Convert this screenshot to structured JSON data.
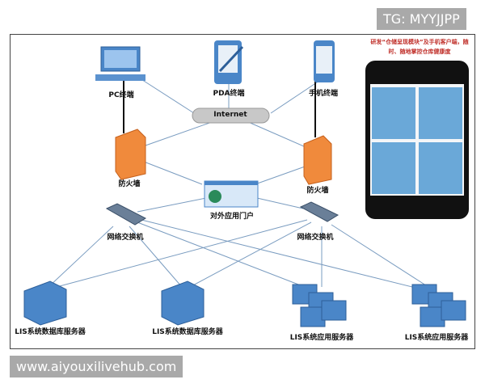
{
  "watermarks": {
    "top": "TG: MYYJJPP",
    "bottom": "www.aiyouxilivehub.com"
  },
  "nodes": {
    "pc": "PC终端",
    "pda": "PDA终端",
    "phone": "手机终端",
    "internet": "Internet",
    "firewall_left": "防火墙",
    "firewall_right": "防火墙",
    "portal": "对外应用门户",
    "switch_left": "网络交换机",
    "switch_right": "网络交换机",
    "server1": "LIS系统数据库服务器",
    "server2": "LIS系统数据库服务器",
    "server3": "LIS系统应用服务器",
    "server4": "LIS系统应用服务器"
  },
  "promo": "研发“仓储呈现模块”及手机客户端，随时、随地掌控仓库健康度",
  "colors": {
    "firewall": "#f08a3c",
    "device": "#4a86c8",
    "link": "#7a9cc0",
    "promo_text": "#c0302a"
  }
}
